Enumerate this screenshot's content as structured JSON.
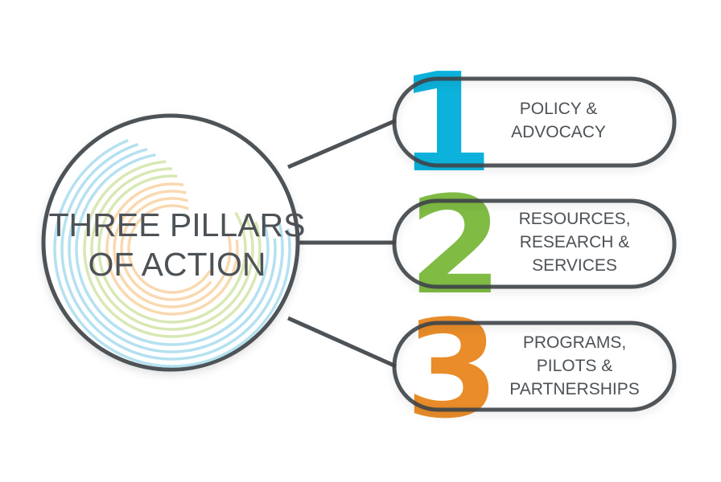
{
  "hub": {
    "title_line1": "THREE PILLARS",
    "title_line2": "OF ACTION"
  },
  "pillars": [
    {
      "number": "1",
      "color": "#00aedb",
      "lines": [
        "POLICY &",
        "ADVOCACY"
      ]
    },
    {
      "number": "2",
      "color": "#7ab83a",
      "lines": [
        "RESOURCES,",
        "RESEARCH &",
        "SERVICES"
      ]
    },
    {
      "number": "3",
      "color": "#e8861e",
      "lines": [
        "PROGRAMS,",
        "PILOTS &",
        "PARTNERSHIPS"
      ]
    }
  ],
  "colors": {
    "outline": "#4d5257",
    "arc_blue": "#b5e1f0",
    "arc_green": "#d8e8b4",
    "arc_orange": "#f9d9b0"
  }
}
